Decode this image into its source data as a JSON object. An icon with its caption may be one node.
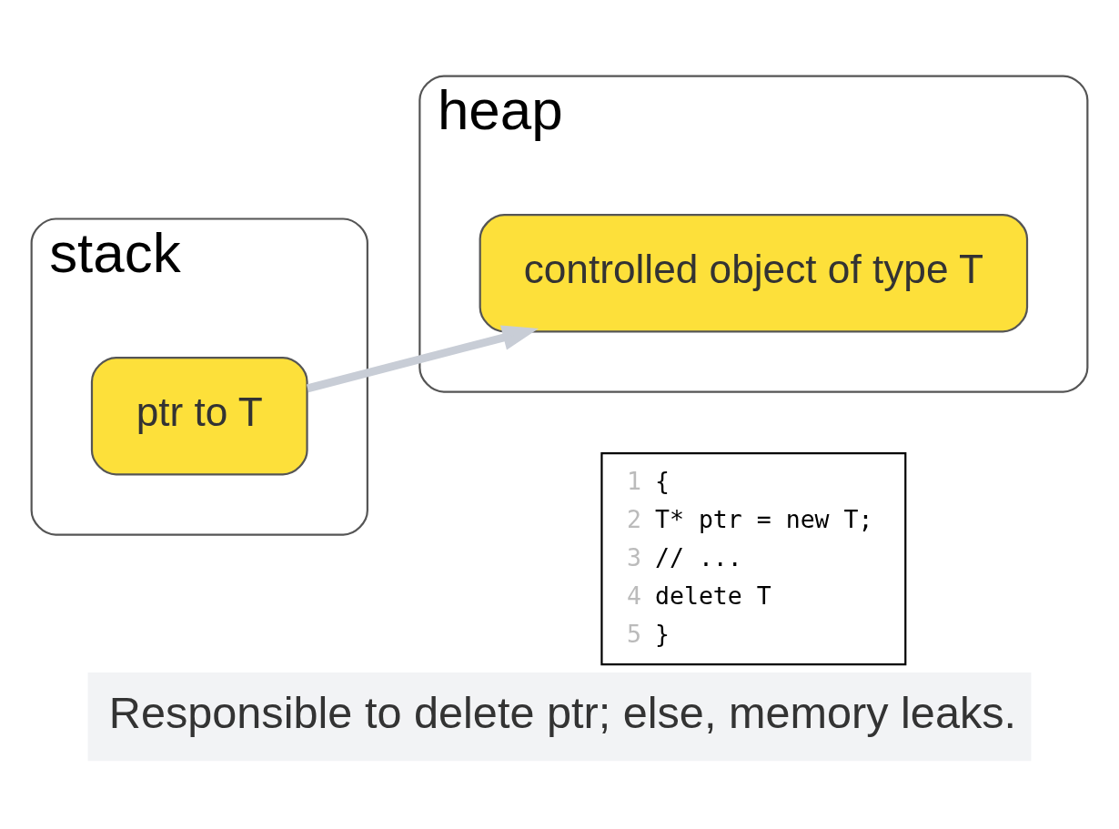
{
  "diagram": {
    "caption": "Responsible to delete ptr; else, memory leaks.",
    "nodes": [
      {
        "text": [
          "stack"
        ]
      },
      {
        "text": [
          "heap"
        ]
      },
      {
        "text": [
          "ptr to T"
        ],
        "in": 0
      },
      {
        "text": [
          "controlled object of type T"
        ],
        "in": 1
      },
      {
        "text": [
          "1",
          "{",
          "2",
          "T* ptr = new T;",
          "3",
          "// ...",
          "4",
          "delete T",
          "5",
          "}"
        ]
      }
    ],
    "edges": [
      {
        "from": 2,
        "to": 3,
        "arrow": "to",
        "color": "#c8cdd6"
      }
    ]
  }
}
